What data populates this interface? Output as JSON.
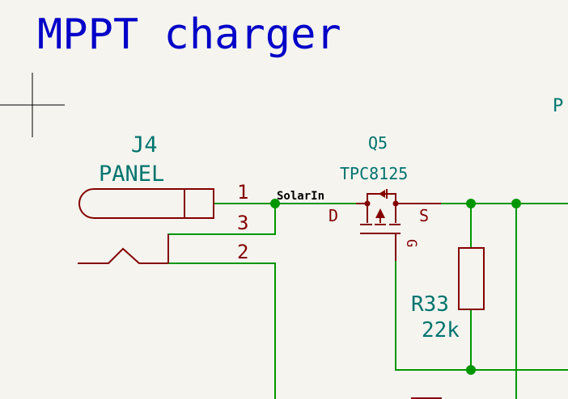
{
  "sheet": {
    "title": "MPPT charger",
    "edge_text": "P"
  },
  "connector_j4": {
    "ref": "J4",
    "value": "PANEL",
    "pins": [
      "1",
      "3",
      "2"
    ]
  },
  "transistor_q5": {
    "ref": "Q5",
    "value": "TPC8125",
    "pins": {
      "drain": "D",
      "source": "S",
      "gate": "G"
    }
  },
  "resistor_r33": {
    "ref": "R33",
    "value": "22k"
  },
  "nets": {
    "solar_in": "SolarIn"
  },
  "colors": {
    "background": "#f5f4ef",
    "title": "#0000c8",
    "reference": "#00746e",
    "component_body": "#840000",
    "wire": "#009600",
    "net_label": "#000000"
  }
}
